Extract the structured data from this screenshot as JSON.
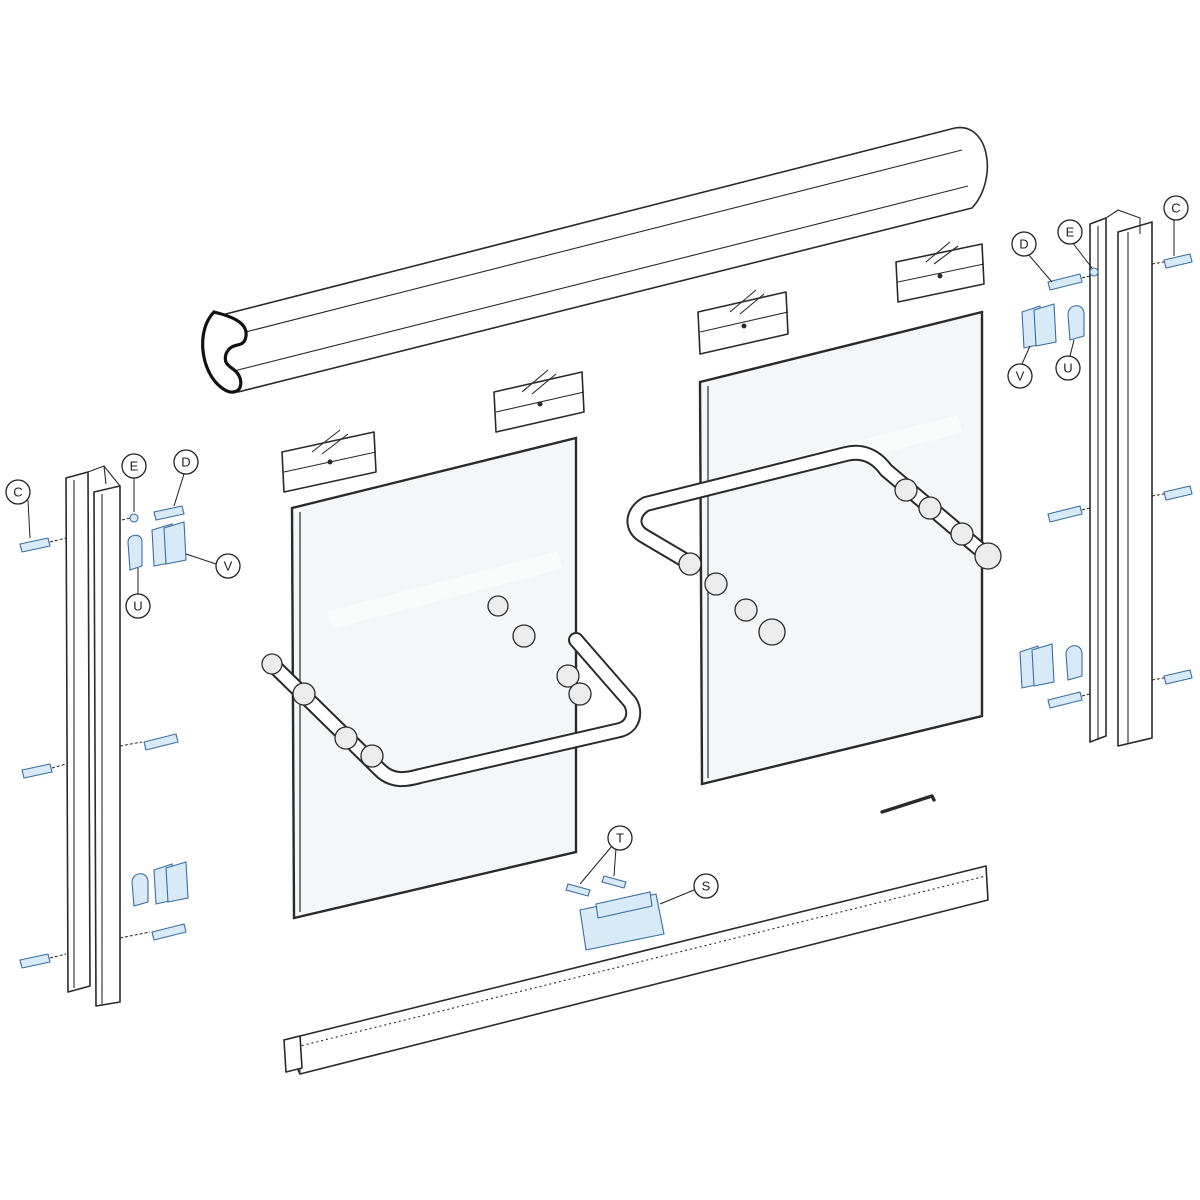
{
  "colors": {
    "line": "#2a2a2a",
    "hardware_stroke": "#3a6ea5",
    "hardware_fill": "#d8e9f7",
    "glass_fill": "#f4f6f7"
  },
  "callouts": [
    {
      "id": "left-C",
      "label": "C"
    },
    {
      "id": "left-E",
      "label": "E"
    },
    {
      "id": "left-D",
      "label": "D"
    },
    {
      "id": "left-V",
      "label": "V"
    },
    {
      "id": "left-U",
      "label": "U"
    },
    {
      "id": "right-D",
      "label": "D"
    },
    {
      "id": "right-E",
      "label": "E"
    },
    {
      "id": "right-C",
      "label": "C"
    },
    {
      "id": "right-V",
      "label": "V"
    },
    {
      "id": "right-U",
      "label": "U"
    },
    {
      "id": "center-T",
      "label": "T"
    },
    {
      "id": "center-S",
      "label": "S"
    }
  ]
}
